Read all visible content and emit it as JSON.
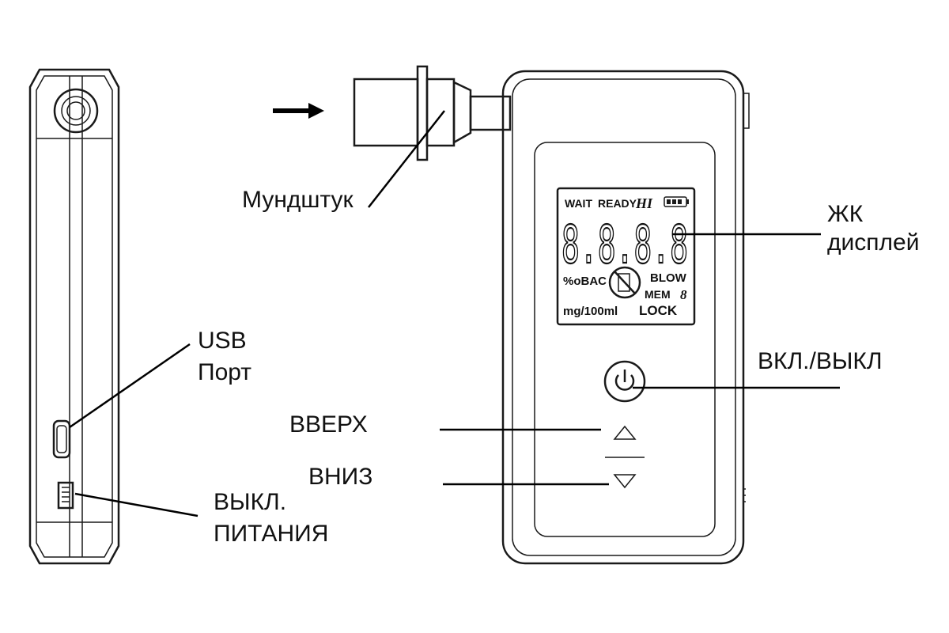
{
  "labels": {
    "mouthpiece": "Мундштук",
    "lcd_line1": "ЖК",
    "lcd_line2": "дисплей",
    "usb_line1": "USB",
    "usb_line2": "Порт",
    "power_button": "ВКЛ./ВЫКЛ",
    "up": "ВВЕРХ",
    "down": "ВНИЗ",
    "power_switch_line1": "ВЫКЛ.",
    "power_switch_line2": "ПИТАНИЯ"
  },
  "lcd": {
    "wait": "WAIT",
    "ready": "READY",
    "hi": "HI",
    "digits": "8.8.8.8",
    "unit_bac": "%oBAC",
    "blow": "BLOW",
    "mem": "MEM",
    "mem_digit": "8",
    "unit_mg": "mg/100ml",
    "lock": "LOCK"
  },
  "colors": {
    "line": "#1a1a1a",
    "background": "#ffffff"
  }
}
